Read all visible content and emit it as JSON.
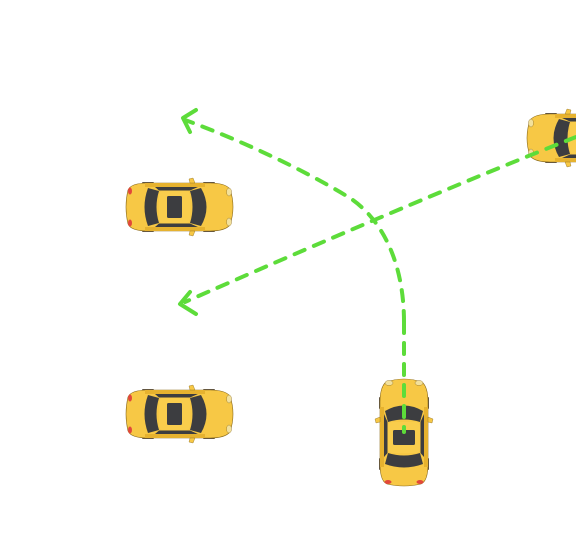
{
  "scene": {
    "background": "#ffffff",
    "colors": {
      "car_body": "#f7c845",
      "car_body_shade": "#e6b22f",
      "car_outline": "#8a6a1c",
      "window_dark": "#3c3d40",
      "roof": "#f9cd4c",
      "tail_light": "#e2483a",
      "head_light": "#f3e19c",
      "arrow": "#5ddc3a"
    },
    "cars": [
      {
        "id": "car-top-left",
        "heading": "right",
        "icon": "taxi-car-icon"
      },
      {
        "id": "car-bottom-left",
        "heading": "right",
        "icon": "taxi-car-icon"
      },
      {
        "id": "car-center-bottom",
        "heading": "up",
        "icon": "taxi-car-icon"
      },
      {
        "id": "car-top-right",
        "heading": "left",
        "icon": "taxi-car-icon",
        "partially_visible": true
      }
    ],
    "paths": [
      {
        "id": "path-center-car-to-top-left",
        "style": "dashed",
        "arrowhead": true,
        "icon": "dashed-arrow-icon"
      },
      {
        "id": "path-right-car-to-bottom-left",
        "style": "dashed",
        "arrowhead": true,
        "icon": "dashed-arrow-icon"
      },
      {
        "id": "path-center-car-heading",
        "style": "dashed",
        "arrowhead": false,
        "icon": "dashed-line-icon"
      }
    ]
  }
}
